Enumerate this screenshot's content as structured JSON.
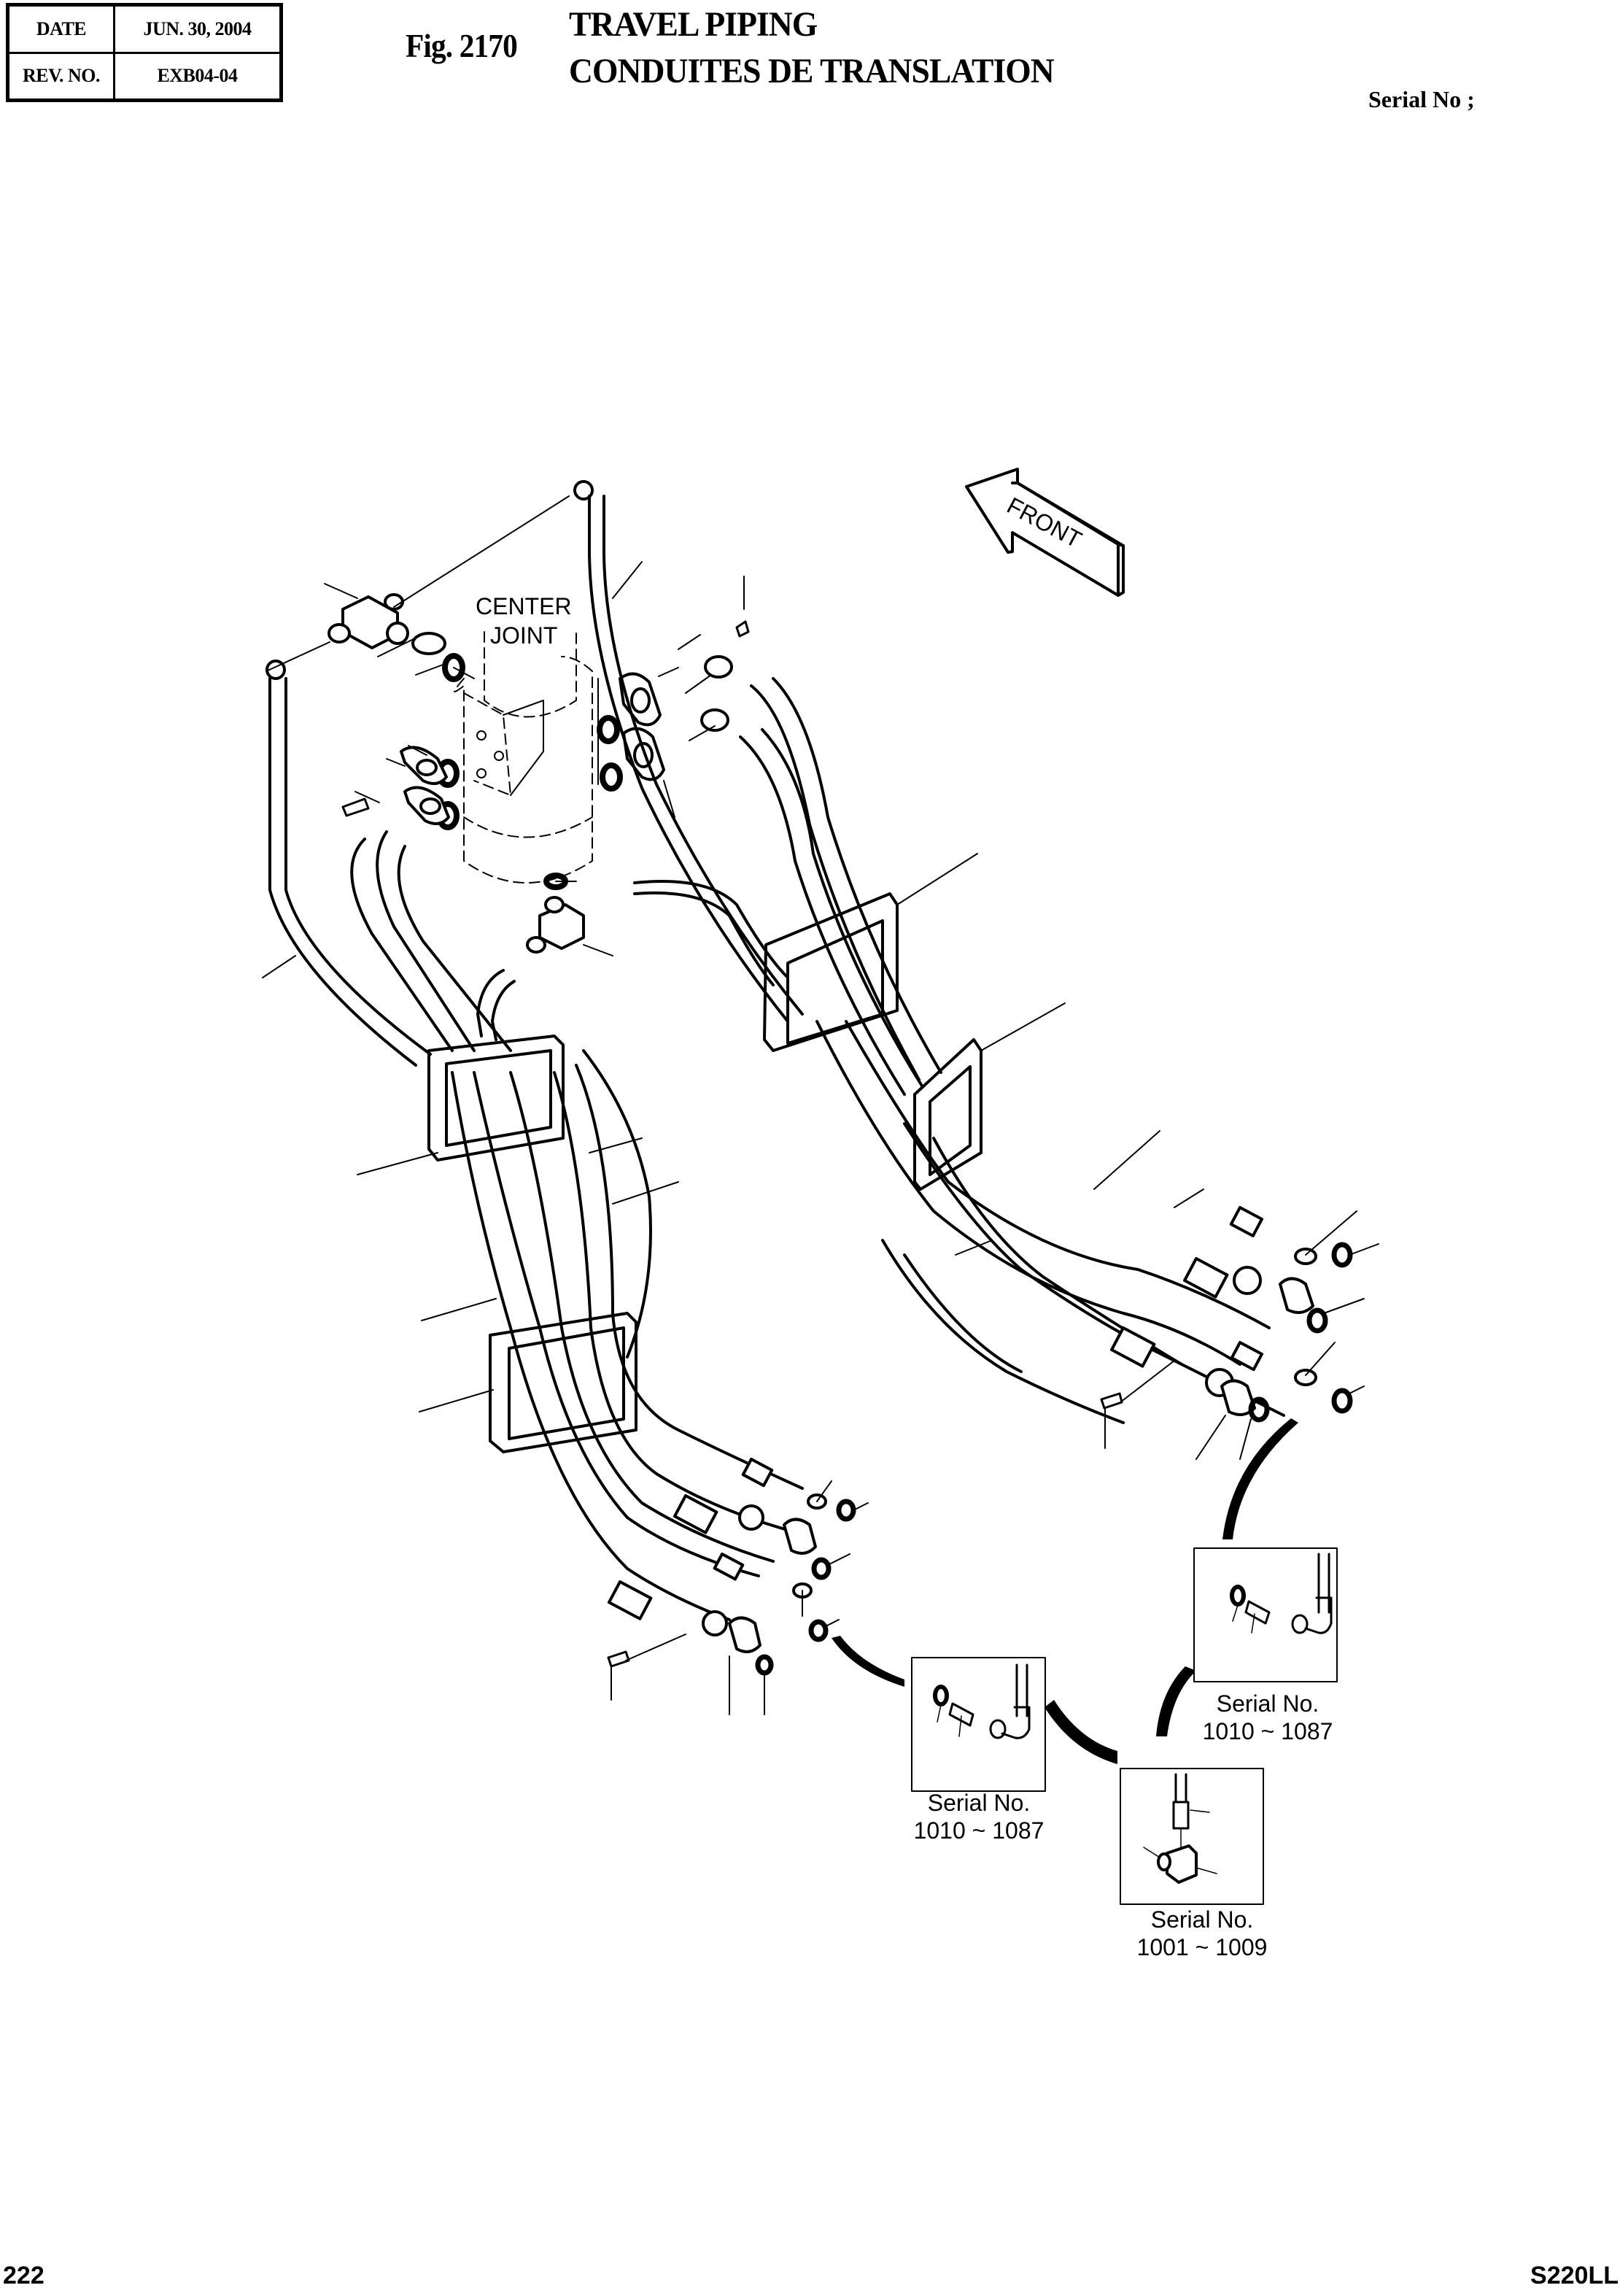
{
  "header": {
    "date_label": "DATE",
    "date_value": "JUN. 30, 2004",
    "rev_label": "REV. NO.",
    "rev_value": "EXB04-04",
    "figure_number": "Fig. 2170",
    "title_en": "TRAVEL PIPING",
    "title_fr": "CONDUITES DE TRANSLATION",
    "serial_label": "Serial No ;"
  },
  "drawing": {
    "center_joint_label_line1": "CENTER",
    "center_joint_label_line2": "JOINT",
    "front_arrow_label": "FRONT",
    "insets": [
      {
        "serial_label": "Serial No.",
        "serial_range": "1010 ~ 1087",
        "icon": "oring-adapter-elbow-icon"
      },
      {
        "serial_label": "Serial No.",
        "serial_range": "1010 ~ 1087",
        "icon": "oring-adapter-elbow-icon"
      },
      {
        "serial_label": "Serial No.",
        "serial_range": "1001 ~ 1009",
        "icon": "hose-tee-fitting-icon"
      }
    ]
  },
  "footer": {
    "page_number": "222",
    "model": "S220LL"
  }
}
